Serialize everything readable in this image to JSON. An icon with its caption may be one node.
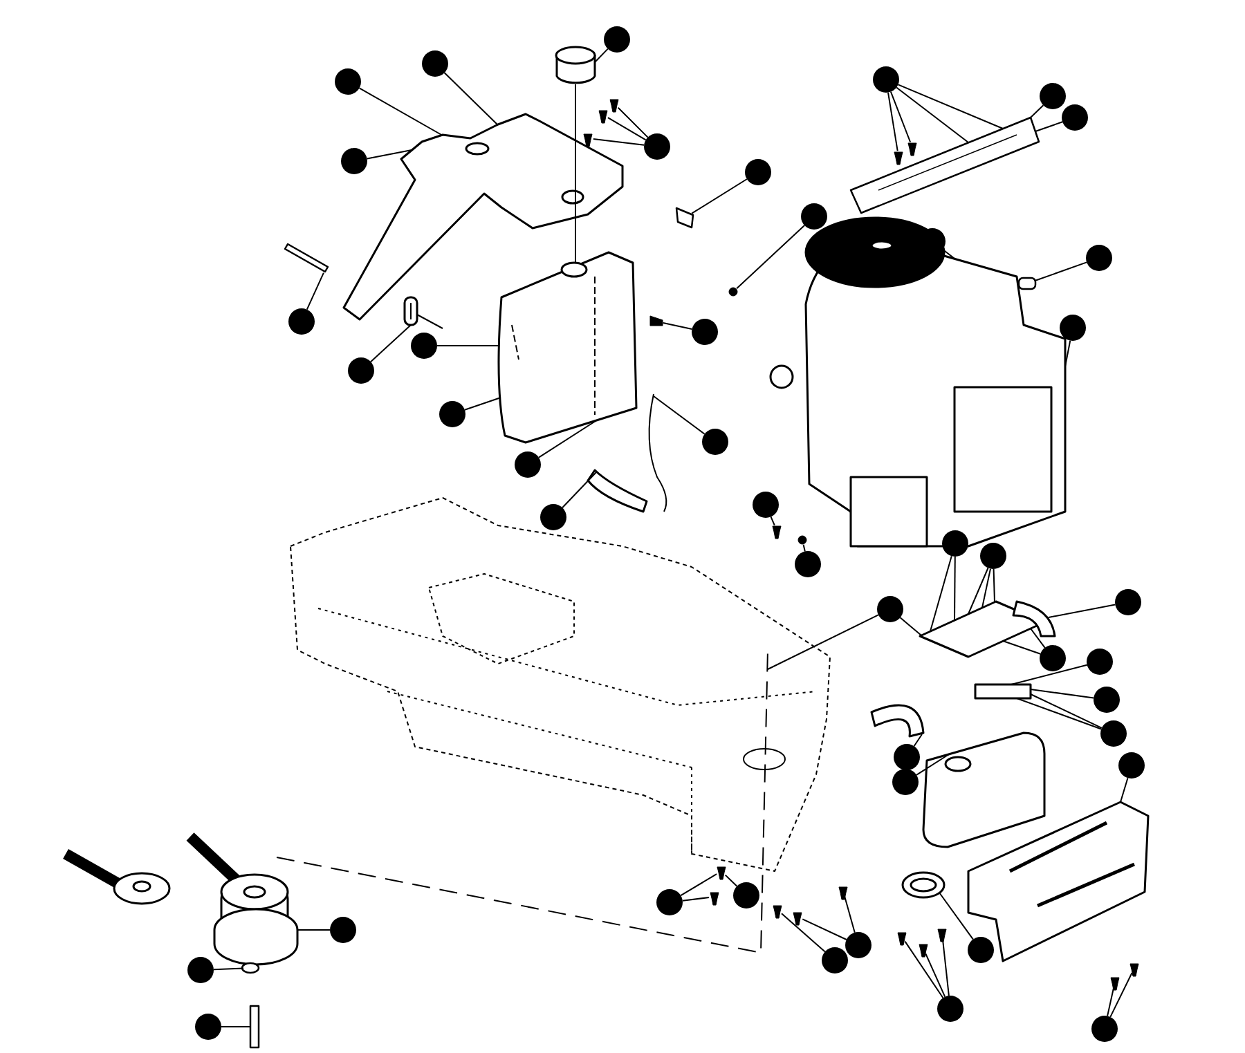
{
  "diagram": {
    "nodes": [
      {
        "text": [],
        "shape": "circle"
      },
      {
        "text": [],
        "shape": "circle"
      },
      {
        "text": [],
        "shape": "circle"
      },
      {
        "text": [],
        "shape": "circle"
      },
      {
        "text": [],
        "shape": "circle"
      },
      {
        "text": [],
        "shape": "circle"
      },
      {
        "text": [],
        "shape": "circle"
      },
      {
        "text": [],
        "shape": "circle"
      },
      {
        "text": [],
        "shape": "circle"
      },
      {
        "text": [],
        "shape": "circle"
      },
      {
        "text": [],
        "shape": "circle"
      },
      {
        "text": [],
        "shape": "circle"
      },
      {
        "text": [],
        "shape": "circle"
      },
      {
        "text": [],
        "shape": "circle"
      },
      {
        "text": [],
        "shape": "circle"
      },
      {
        "text": [],
        "shape": "circle"
      },
      {
        "text": [],
        "shape": "circle"
      },
      {
        "text": [],
        "shape": "circle"
      },
      {
        "text": [],
        "shape": "circle"
      },
      {
        "text": [],
        "shape": "circle"
      },
      {
        "text": [],
        "shape": "circle"
      },
      {
        "text": [],
        "shape": "circle"
      },
      {
        "text": [],
        "shape": "circle"
      },
      {
        "text": [],
        "shape": "circle"
      },
      {
        "text": [],
        "shape": "circle"
      },
      {
        "text": [],
        "shape": "circle"
      },
      {
        "text": [],
        "shape": "circle"
      },
      {
        "text": [],
        "shape": "circle"
      },
      {
        "text": [],
        "shape": "circle"
      },
      {
        "text": [],
        "shape": "circle"
      },
      {
        "text": [],
        "shape": "circle"
      },
      {
        "text": [],
        "shape": "circle"
      },
      {
        "text": [],
        "shape": "circle"
      },
      {
        "text": [],
        "shape": "circle"
      },
      {
        "text": [],
        "shape": "circle"
      },
      {
        "text": [],
        "shape": "circle"
      },
      {
        "text": [],
        "shape": "circle"
      },
      {
        "text": [],
        "shape": "circle"
      },
      {
        "text": [],
        "shape": "circle"
      },
      {
        "text": [],
        "shape": "circle"
      },
      {
        "text": [],
        "shape": "circle"
      },
      {
        "text": [],
        "shape": "circle"
      },
      {
        "text": [],
        "shape": "circle"
      },
      {
        "text": [],
        "shape": "circle"
      },
      {
        "text": [],
        "shape": "picture"
      },
      {
        "text": [],
        "shape": "picture"
      },
      {
        "text": [],
        "shape": "picture"
      },
      {
        "text": [],
        "shape": "picture"
      },
      {
        "text": [],
        "shape": "picture"
      },
      {
        "text": [],
        "shape": "picture"
      },
      {
        "text": [],
        "shape": "picture"
      },
      {
        "text": [],
        "shape": "picture"
      },
      {
        "text": [],
        "shape": "cylinder"
      },
      {
        "text": [],
        "shape": "picture"
      },
      {
        "text": [],
        "shape": "picture"
      },
      {
        "text": [],
        "shape": "picture"
      },
      {
        "text": [],
        "shape": "picture"
      },
      {
        "text": [],
        "shape": "picture"
      },
      {
        "text": [],
        "shape": "picture"
      },
      {
        "text": [],
        "shape": "picture"
      },
      {
        "text": [],
        "shape": "box"
      },
      {
        "text": [],
        "shape": "circle"
      },
      {
        "text": [],
        "shape": "bar"
      },
      {
        "text": [],
        "shape": "box"
      },
      {
        "text": [],
        "shape": "picture"
      },
      {
        "text": [],
        "shape": "picture"
      },
      {
        "text": [],
        "shape": "picture"
      },
      {
        "text": [],
        "shape": "box"
      },
      {
        "text": [],
        "shape": "picture"
      },
      {
        "text": [],
        "shape": "circle"
      },
      {
        "text": [],
        "shape": "picture"
      },
      {
        "text": [],
        "shape": "picture"
      },
      {
        "text": [],
        "shape": "picture"
      },
      {
        "text": [],
        "shape": "picture"
      },
      {
        "text": [],
        "shape": "picture"
      },
      {
        "text": [],
        "shape": "picture"
      },
      {
        "text": [],
        "shape": "picture"
      },
      {
        "text": [],
        "shape": "picture"
      },
      {
        "text": [],
        "shape": "picture"
      },
      {
        "text": [],
        "shape": "picture"
      },
      {
        "text": [],
        "shape": "circle"
      },
      {
        "text": [],
        "shape": "bar"
      }
    ],
    "edges": [
      {
        "from": 0,
        "to": 50,
        "arrow": "none"
      },
      {
        "from": 1,
        "to": 50,
        "arrow": "none"
      },
      {
        "from": 2,
        "to": 52,
        "arrow": "none"
      },
      {
        "from": 3,
        "to": 50,
        "arrow": "none"
      },
      {
        "from": 4,
        "to": 57,
        "arrow": "none"
      },
      {
        "from": 4,
        "to": 58,
        "arrow": "none"
      },
      {
        "from": 4,
        "to": 59,
        "arrow": "none"
      },
      {
        "from": 5,
        "to": 60,
        "arrow": "none"
      },
      {
        "from": 6,
        "to": 61,
        "arrow": "none"
      },
      {
        "from": 7,
        "to": 62,
        "arrow": "none"
      },
      {
        "from": 8,
        "to": 48,
        "arrow": "none"
      },
      {
        "from": 9,
        "to": 44,
        "arrow": "none"
      },
      {
        "from": 10,
        "to": 63,
        "arrow": "none"
      },
      {
        "from": 11,
        "to": 44,
        "arrow": "none"
      },
      {
        "from": 12,
        "to": 53,
        "arrow": "none"
      },
      {
        "from": 13,
        "to": 44,
        "arrow": "none"
      },
      {
        "from": 14,
        "to": 64,
        "arrow": "none"
      },
      {
        "from": 15,
        "to": 65,
        "arrow": "none"
      },
      {
        "from": 15,
        "to": 66,
        "arrow": "none"
      },
      {
        "from": 15,
        "to": 45,
        "arrow": "none"
      },
      {
        "from": 15,
        "to": 45,
        "arrow": "none"
      },
      {
        "from": 16,
        "to": 45,
        "arrow": "none"
      },
      {
        "from": 17,
        "to": 45,
        "arrow": "none"
      },
      {
        "from": 18,
        "to": 51,
        "arrow": "none"
      },
      {
        "from": 19,
        "to": 67,
        "arrow": "none"
      },
      {
        "from": 20,
        "to": 51,
        "arrow": "none"
      },
      {
        "from": 21,
        "to": 68,
        "arrow": "none"
      },
      {
        "from": 22,
        "to": 69,
        "arrow": "none"
      },
      {
        "from": 23,
        "to": 46,
        "arrow": "none"
      },
      {
        "from": 23,
        "to": 46,
        "arrow": "none"
      },
      {
        "from": 24,
        "to": 46,
        "arrow": "none"
      },
      {
        "from": 24,
        "to": 46,
        "arrow": "none"
      },
      {
        "from": 24,
        "to": 46,
        "arrow": "none"
      },
      {
        "from": 25,
        "to": 46,
        "arrow": "none"
      },
      {
        "from": 26,
        "to": 55,
        "arrow": "none"
      },
      {
        "from": 26,
        "to": 46,
        "arrow": "none"
      },
      {
        "from": 27,
        "to": 46,
        "arrow": "none"
      },
      {
        "from": 27,
        "to": 46,
        "arrow": "none"
      },
      {
        "from": 28,
        "to": 46,
        "arrow": "none"
      },
      {
        "from": 29,
        "to": 46,
        "arrow": "none"
      },
      {
        "from": 30,
        "to": 46,
        "arrow": "none"
      },
      {
        "from": 30,
        "to": 46,
        "arrow": "none"
      },
      {
        "from": 31,
        "to": 49,
        "arrow": "none"
      },
      {
        "from": 32,
        "to": 46,
        "arrow": "none"
      },
      {
        "from": 33,
        "to": 47,
        "arrow": "none"
      },
      {
        "from": 34,
        "to": 56,
        "arrow": "none"
      },
      {
        "from": 35,
        "to": 70,
        "arrow": "none"
      },
      {
        "from": 35,
        "to": 71,
        "arrow": "none"
      },
      {
        "from": 36,
        "to": 72,
        "arrow": "none"
      },
      {
        "from": 37,
        "to": 73,
        "arrow": "none"
      },
      {
        "from": 37,
        "to": 74,
        "arrow": "none"
      },
      {
        "from": 37,
        "to": 75,
        "arrow": "none"
      },
      {
        "from": 38,
        "to": 76,
        "arrow": "none"
      },
      {
        "from": 38,
        "to": 77,
        "arrow": "none"
      },
      {
        "from": 39,
        "to": 78,
        "arrow": "none"
      },
      {
        "from": 39,
        "to": 79,
        "arrow": "none"
      },
      {
        "from": 40,
        "to": 79,
        "arrow": "none"
      },
      {
        "from": 41,
        "to": 54,
        "arrow": "none"
      },
      {
        "from": 42,
        "to": 80,
        "arrow": "none"
      },
      {
        "from": 43,
        "to": 81,
        "arrow": "none"
      },
      {
        "from": 54,
        "to": 55,
        "arrow": "none",
        "style": "dashed"
      },
      {
        "from": 52,
        "to": 44,
        "arrow": "none"
      }
    ]
  }
}
